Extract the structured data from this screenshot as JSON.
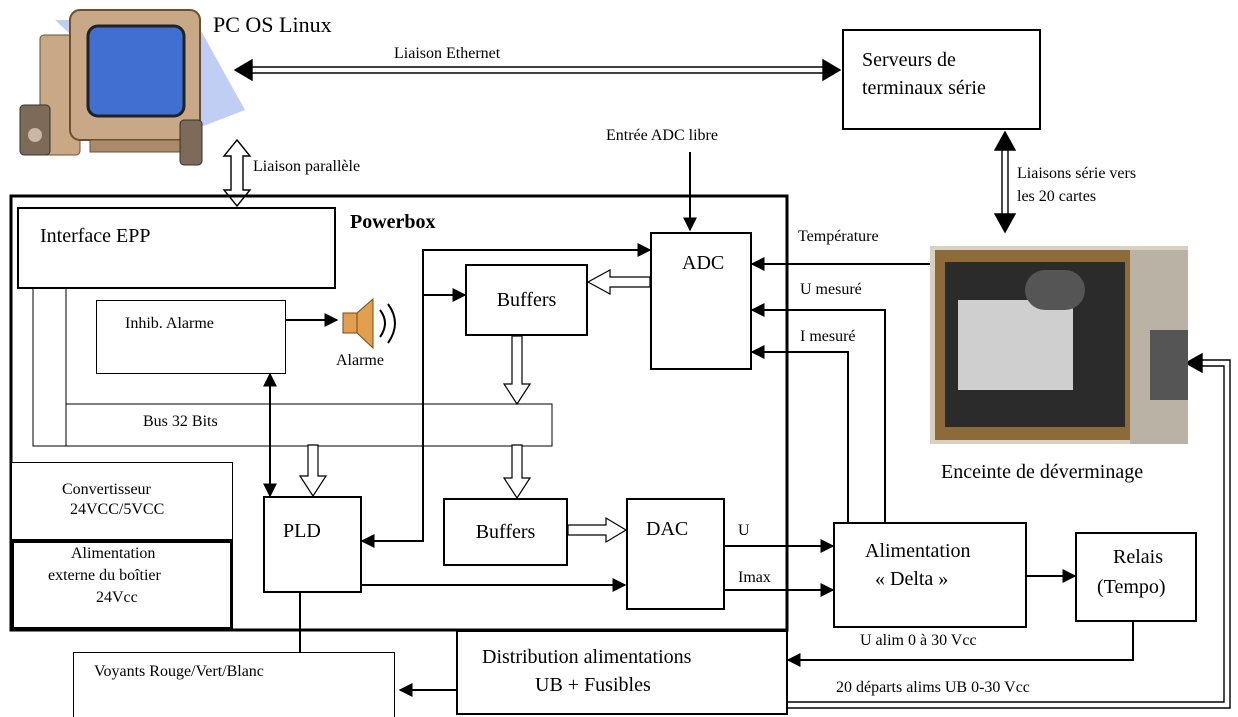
{
  "pc": {
    "title": "PC OS Linux"
  },
  "links": {
    "ethernet": "Liaison Ethernet",
    "parallel": "Liaison parallèle",
    "serial_line1": "Liaisons série vers",
    "serial_line2": "les 20 cartes",
    "adc_input": "Entrée ADC libre"
  },
  "server": {
    "line1": "Serveurs de",
    "line2": "terminaux série"
  },
  "powerbox": {
    "title": "Powerbox"
  },
  "blocks": {
    "epp": "Interface EPP",
    "inhib": "Inhib. Alarme",
    "alarm": "Alarme",
    "bus": "Bus 32 Bits",
    "buffers_top": "Buffers",
    "buffers_bottom": "Buffers",
    "adc": "ADC",
    "dac": "DAC",
    "pld": "PLD",
    "conv_line1": "Convertisseur",
    "conv_line2": "24VCC/5VCC",
    "ext_line1": "Alimentation",
    "ext_line2": "externe du boîtier",
    "ext_line3": "24Vcc",
    "alim_line1": "Alimentation",
    "alim_line2": "« Delta »",
    "relay_line1": "Relais",
    "relay_line2": "(Tempo)",
    "dist_line1": "Distribution alimentations",
    "dist_line2": "UB + Fusibles",
    "leds": "Voyants Rouge/Vert/Blanc"
  },
  "signals": {
    "temperature": "Température",
    "u_mesure": "U mesuré",
    "i_mesure": "I mesuré",
    "u": "U",
    "imax": "Imax",
    "u_alim": "U alim 0 à 30 Vcc",
    "departs": "20 départs alims UB 0-30 Vcc"
  },
  "enclosure": {
    "caption": "Enceinte de déverminage"
  },
  "colors": {
    "line": "#000000",
    "pc_screen": "#3f6fd1",
    "pc_case": "#c8a886",
    "speaker": "#e0a050",
    "bulb": "#fff59d"
  }
}
